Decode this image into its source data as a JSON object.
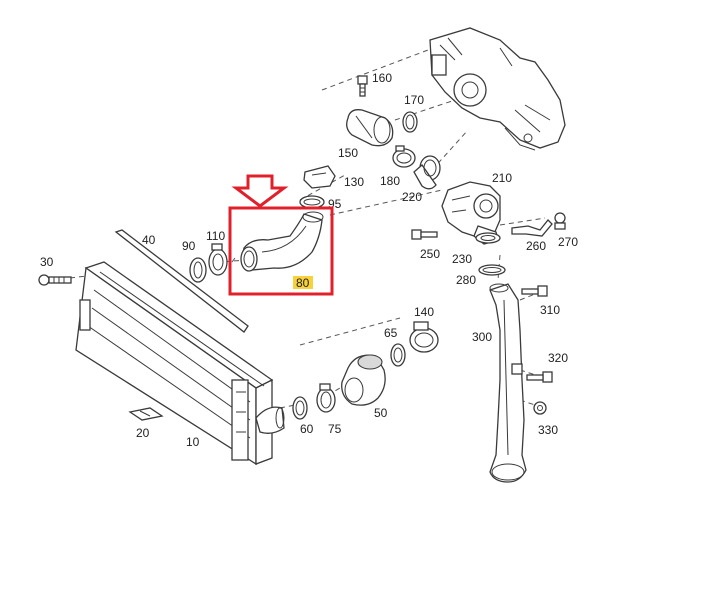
{
  "labels": {
    "p10": "10",
    "p20": "20",
    "p30": "30",
    "p40": "40",
    "p50": "50",
    "p60": "60",
    "p65": "65",
    "p75": "75",
    "p80": "80",
    "p90": "90",
    "p95": "95",
    "p110": "110",
    "p130": "130",
    "p140": "140",
    "p150": "150",
    "p160": "160",
    "p170": "170",
    "p180": "180",
    "p210": "210",
    "p220": "220",
    "p230": "230",
    "p250": "250",
    "p260": "260",
    "p270": "270",
    "p280": "280",
    "p300": "300",
    "p310": "310",
    "p320": "320",
    "p330": "330"
  },
  "highlight": {
    "part": "80",
    "box_color": "#e0202a",
    "arrow_color": "#e0202a",
    "label_bg": "#f7d23a"
  }
}
